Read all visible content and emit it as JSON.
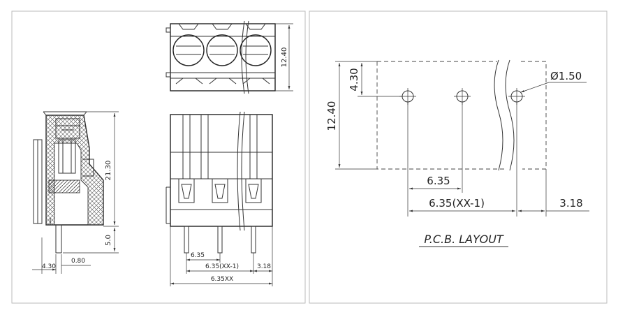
{
  "left_panel": {
    "side_view": {
      "dim_height": "21.30",
      "dim_pin": "5.0",
      "dim_offset": "4.30",
      "dim_pin_width": "0.80"
    },
    "top_view": {
      "dim_depth": "12.40"
    },
    "front_view": {
      "dim_pitch": "6.35",
      "dim_pitch_total": "6.35(XX-1)",
      "dim_end": "3.18",
      "dim_overall": "6.35XX"
    }
  },
  "right_panel": {
    "dim_height": "12.40",
    "dim_row": "4.30",
    "dim_hole": "Ø1.50",
    "dim_pitch": "6.35",
    "dim_pitch_total": "6.35(XX-1)",
    "dim_end": "3.18",
    "layout_title": "P.C.B.  LAYOUT"
  }
}
